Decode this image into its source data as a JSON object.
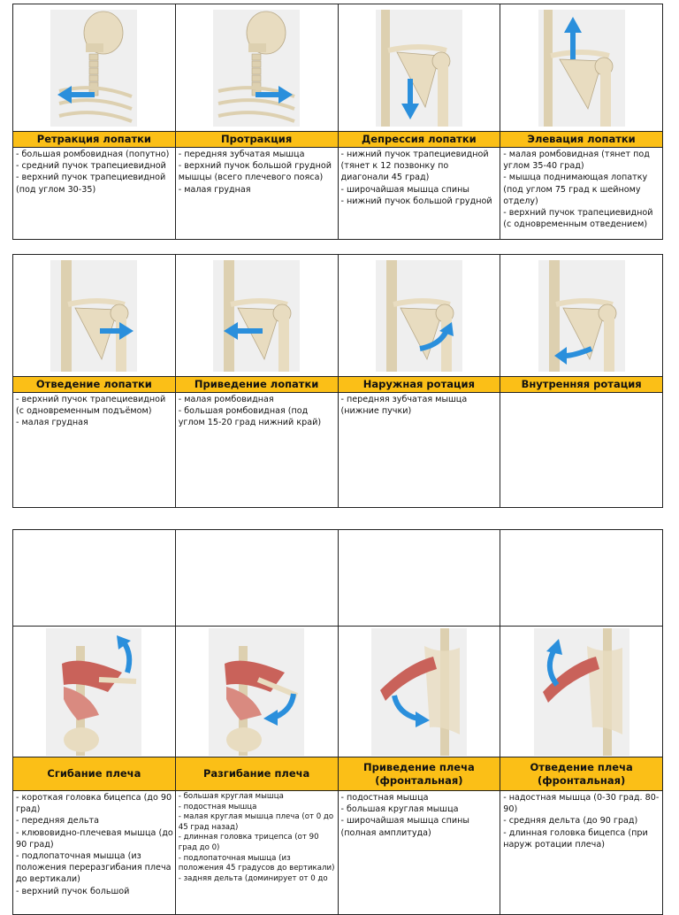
{
  "section1": {
    "headers": [
      "Ретракция лопатки",
      "Протракция",
      "Депрессия лопатки",
      "Элевация лопатки"
    ],
    "muscles": [
      [
        "- большая ромбовидная (попутно)",
        "- средний пучок трапециевидной",
        "- верхний пучок трапециевидной (под углом 30-35)"
      ],
      [
        "- передняя зубчатая мышца",
        "- верхний пучок большой грудной мышцы (всего плечевого пояса)",
        "- малая грудная"
      ],
      [
        "- нижний пучок трапециевидной (тянет к 12 позвонку по диагонали 45 град)",
        "- широчайшая мышца спины",
        "- нижний пучок большой грудной"
      ],
      [
        "- малая ромбовидная (тянет под углом 35-40 град)",
        "- мышца поднимающая лопатку (под углом 75 град к шейному отделу)",
        "- верхний пучок трапециевидной (с одновременным отведением)"
      ]
    ]
  },
  "section2": {
    "headers": [
      "Отведение лопатки",
      "Приведение лопатки",
      "Наружная ротация",
      "Внутренняя ротация"
    ],
    "muscles": [
      [
        "- верхний пучок трапециевидной (с одновременным подъёмом)",
        "- малая грудная"
      ],
      [
        "- малая ромбовидная",
        "- большая ромбовидная (под углом 15-20 град нижний край)"
      ],
      [
        "- передняя зубчатая мышца (нижние пучки)"
      ],
      []
    ]
  },
  "section3": {
    "headers": [
      "Сгибание плеча",
      "Разгибание плеча",
      "Приведение плеча (фронтальная)",
      "Отведение плеча (фронтальная)"
    ],
    "muscles": [
      [
        "- короткая головка бицепса (до 90 град)",
        "- передняя дельта",
        "- клювовидно-плечевая мышца (до 90 град)",
        "- подлопаточная мышца (из положения переразгибания плеча до вертикали)",
        "- верхний пучок большой"
      ],
      [
        "- большая круглая мышца",
        "- подостная мышца",
        "- малая круглая мышца плеча (от 0 до 45 град назад)",
        "- длинная головка трицепса (от 90 град до 0)",
        "- подлопаточная мышца (из положения 45 градусов до вертикали)",
        "- задняя дельта (доминирует от 0 до"
      ],
      [
        "- подостная мышца",
        "- большая круглая мышца",
        "- широчайшая мышца спины (полная амплитуда)"
      ],
      [
        "- надостная мышца (0-30 град. 80-90)",
        "- средняя дельта (до 90 град)",
        "- длинная головка бицепса (при наруж ротации плеча)"
      ]
    ]
  },
  "colors": {
    "header_bg": "#fbbf17",
    "arrow": "#2a8fdc",
    "bone": "#e8dcc0",
    "muscle": "#c9625a"
  }
}
